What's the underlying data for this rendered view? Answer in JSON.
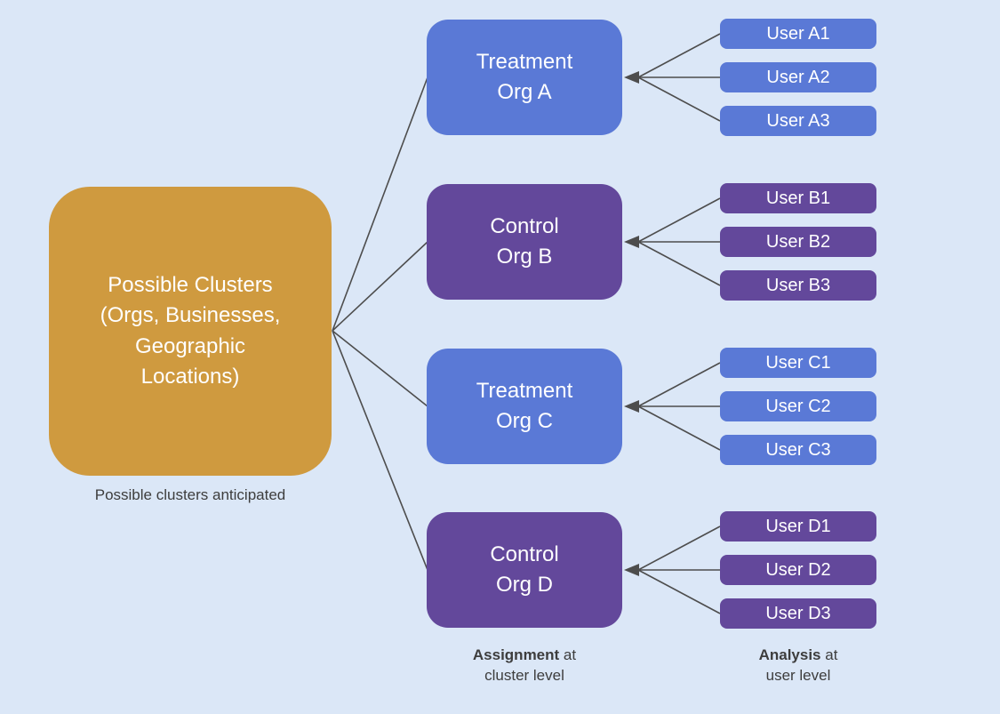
{
  "colors": {
    "background": "#dbe7f7",
    "gold": "#cf9a3f",
    "blue": "#5a79d6",
    "purple": "#63489b",
    "line": "#4d4d4d",
    "caption": "#3d3d3d"
  },
  "cluster": {
    "label": "Possible Clusters\n(Orgs, Businesses,\nGeographic\nLocations)",
    "caption": "Possible clusters anticipated"
  },
  "orgs": [
    {
      "label": "Treatment\nOrg A"
    },
    {
      "label": "Control\nOrg B"
    },
    {
      "label": "Treatment\nOrg C"
    },
    {
      "label": "Control\nOrg D"
    }
  ],
  "users": [
    [
      "User A1",
      "User A2",
      "User A3"
    ],
    [
      "User B1",
      "User B2",
      "User B3"
    ],
    [
      "User C1",
      "User C2",
      "User C3"
    ],
    [
      "User D1",
      "User D2",
      "User D3"
    ]
  ],
  "footnotes": {
    "assignment_bold": "Assignment",
    "assignment_rest": " at\ncluster level",
    "analysis_bold": "Analysis",
    "analysis_rest": " at\nuser level"
  }
}
